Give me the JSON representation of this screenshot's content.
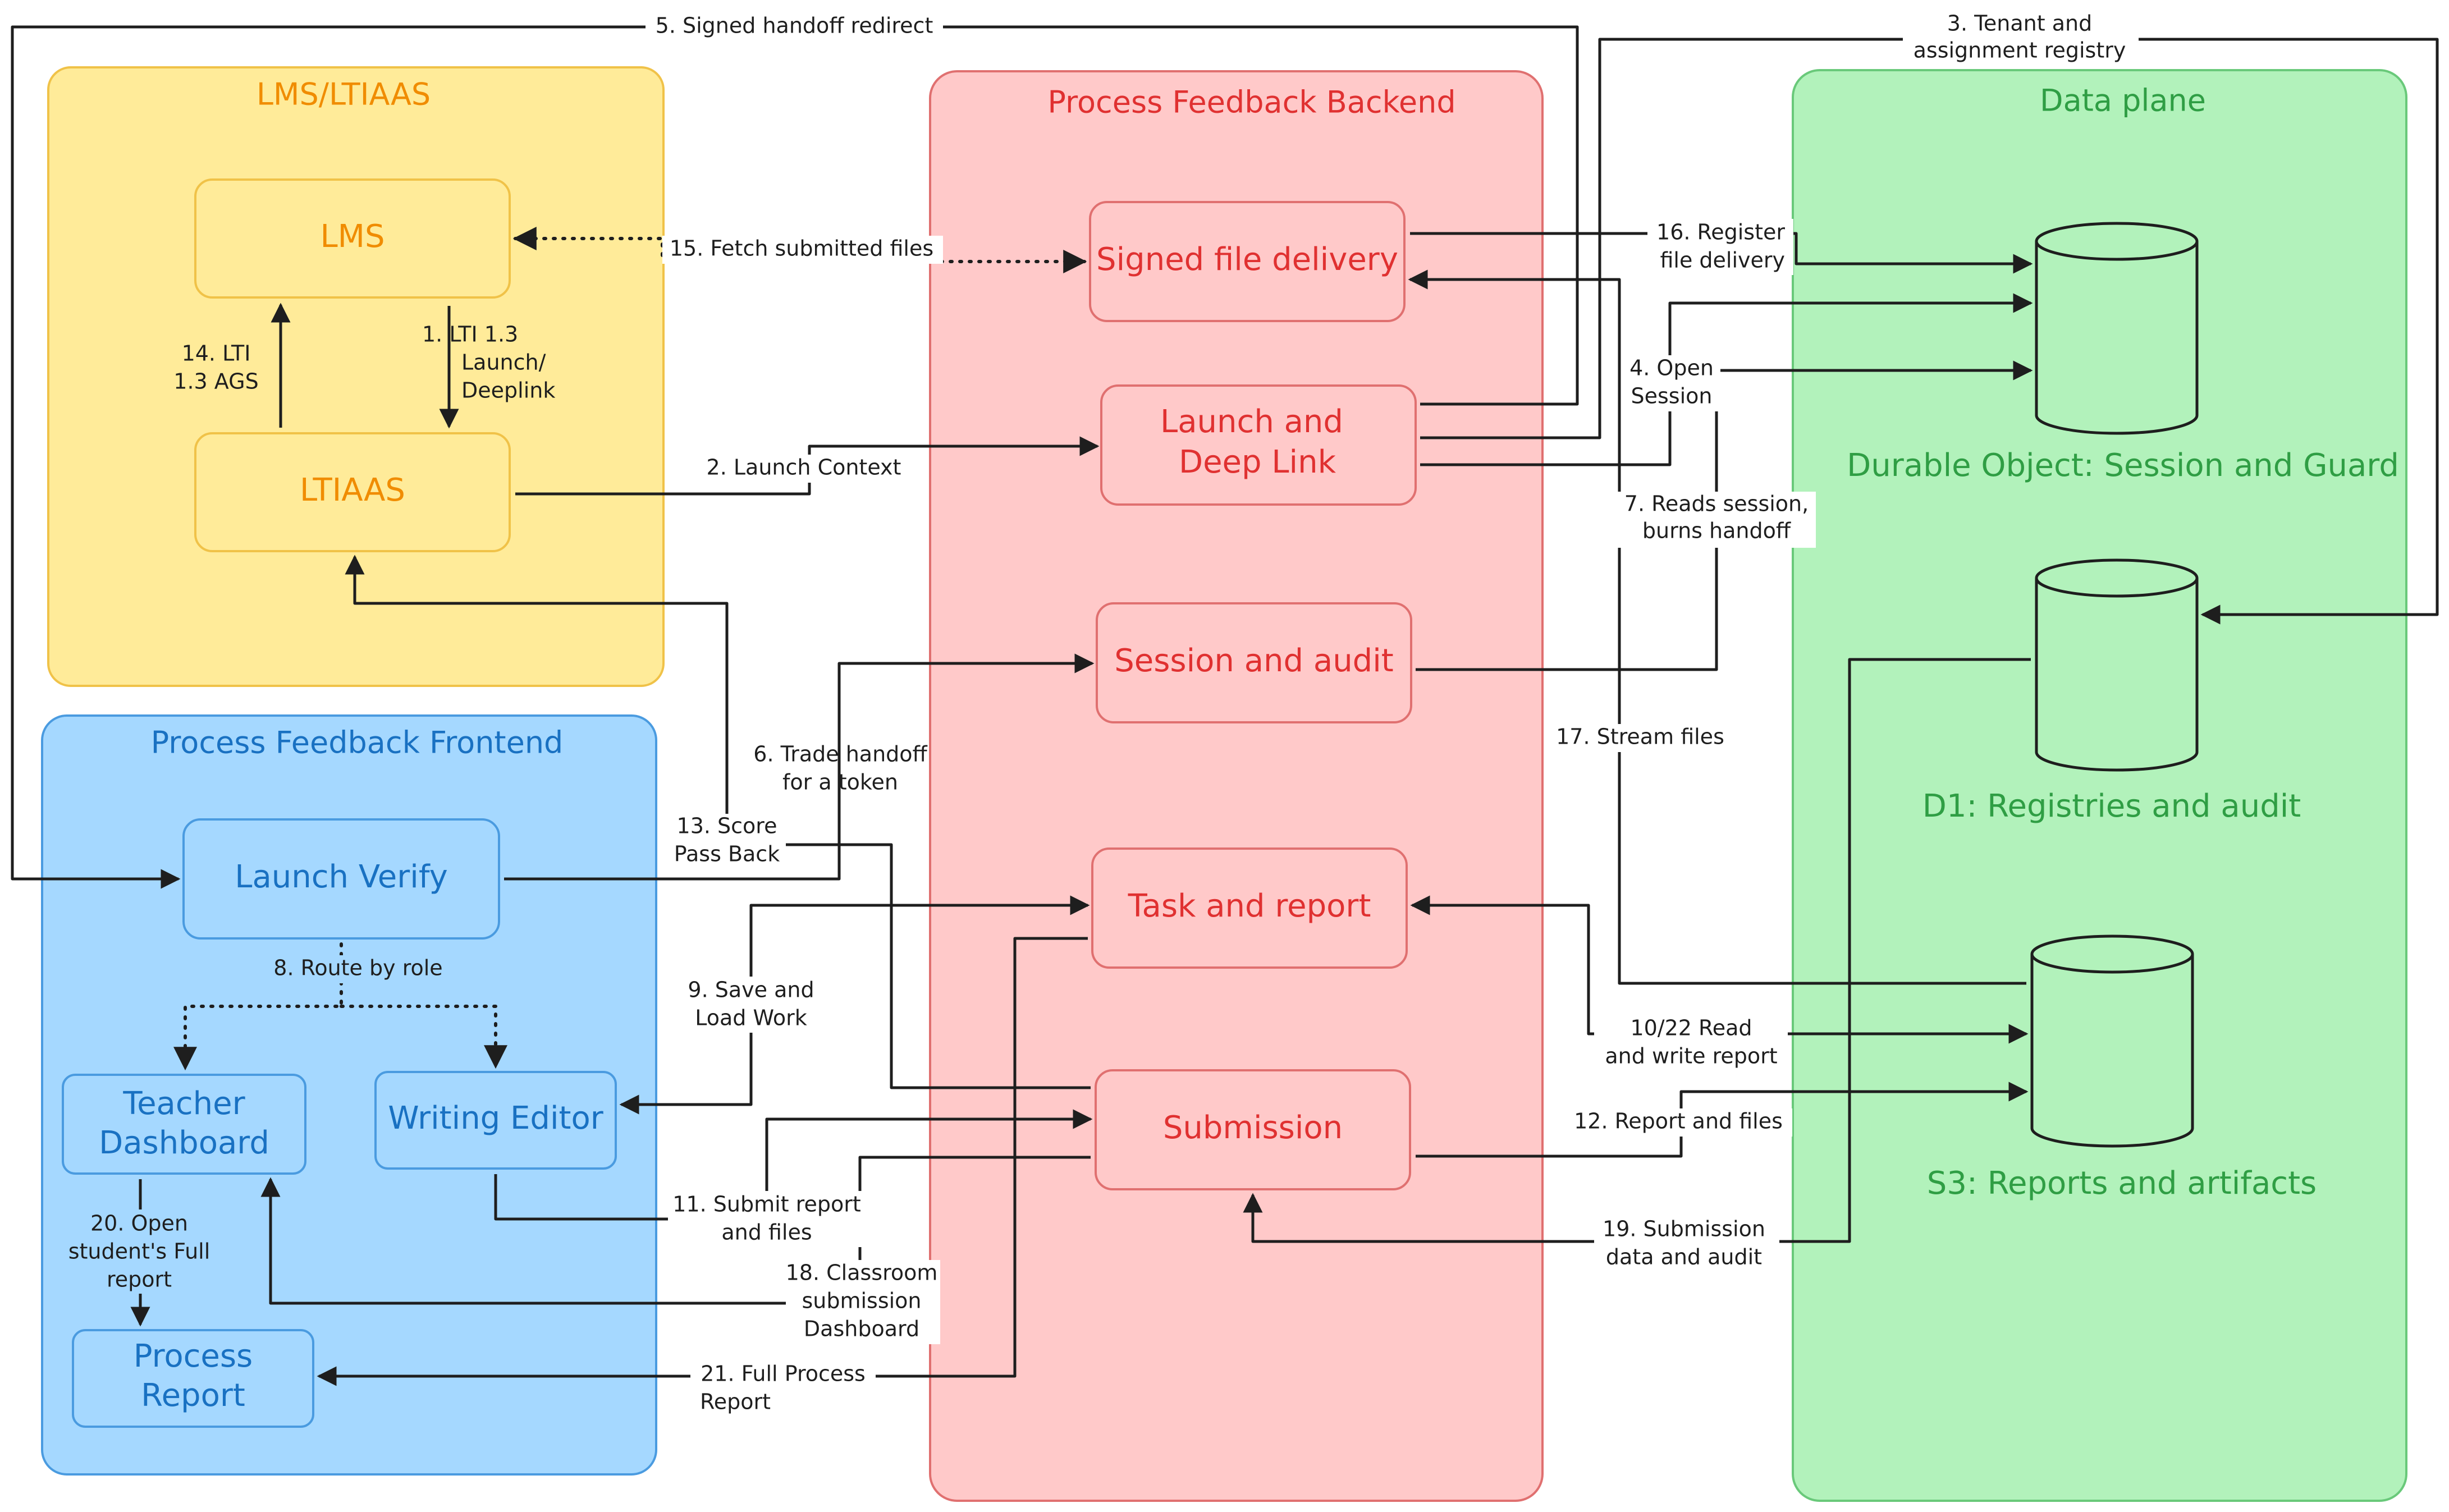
{
  "zones": {
    "lms": {
      "title": "LMS/LTIAAS",
      "fill": "#ffeb99",
      "stroke": "#f0c248",
      "text": "#f08c00"
    },
    "backend": {
      "title": "Process Feedback Backend",
      "fill": "#ffc9c9",
      "stroke": "#e07070",
      "text": "#e03131"
    },
    "data": {
      "title": "Data plane",
      "fill": "#b2f2bb",
      "stroke": "#69c97a",
      "text": "#2f9e44"
    },
    "frontend": {
      "title": "Process Feedback Frontend",
      "fill": "#a5d8ff",
      "stroke": "#4a9be0",
      "text": "#1971c2"
    }
  },
  "nodes": {
    "lms": "LMS",
    "ltiaas": "LTIAAS",
    "signed_file_delivery": "Signed file delivery",
    "launch_deep_link": [
      "Launch and",
      "Deep Link"
    ],
    "session_audit": "Session and audit",
    "task_report": "Task and report",
    "submission": "Submission",
    "launch_verify": "Launch Verify",
    "teacher_dashboard": [
      "Teacher",
      "Dashboard"
    ],
    "writing_editor": "Writing Editor",
    "process_report": [
      "Process",
      "Report"
    ],
    "durable_object": "Durable Object: Session and Guard",
    "d1": "D1: Registries and audit",
    "s3": "S3: Reports and artifacts"
  },
  "edges": {
    "e1": [
      "1.  LTI 1.3",
      "Launch/",
      "Deeplink"
    ],
    "e2": "2. Launch Context",
    "e3": [
      "3. Tenant and",
      "assignment registry"
    ],
    "e4": [
      "4. Open",
      "Session"
    ],
    "e5": "5. Signed handoff redirect",
    "e6": [
      "6. Trade handoff",
      "for a token"
    ],
    "e7": [
      "7. Reads session,",
      "burns handoff"
    ],
    "e8": "8. Route by role",
    "e9": [
      "9. Save and",
      "Load Work"
    ],
    "e10": [
      "10/22 Read",
      "and write report"
    ],
    "e11": [
      "11. Submit report",
      "and files"
    ],
    "e12": "12. Report and files",
    "e13": [
      "13. Score",
      "Pass Back"
    ],
    "e14": [
      "14. LTI",
      "1.3 AGS"
    ],
    "e15": "15. Fetch submitted files",
    "e16": [
      "16. Register",
      "file delivery"
    ],
    "e17": "17. Stream files",
    "e18": [
      "18. Classroom",
      "submission",
      "Dashboard"
    ],
    "e19": [
      "19. Submission",
      "data and audit"
    ],
    "e20": [
      "20. Open",
      "student's Full",
      "report"
    ],
    "e21": [
      "21. Full Process",
      "Report"
    ]
  }
}
